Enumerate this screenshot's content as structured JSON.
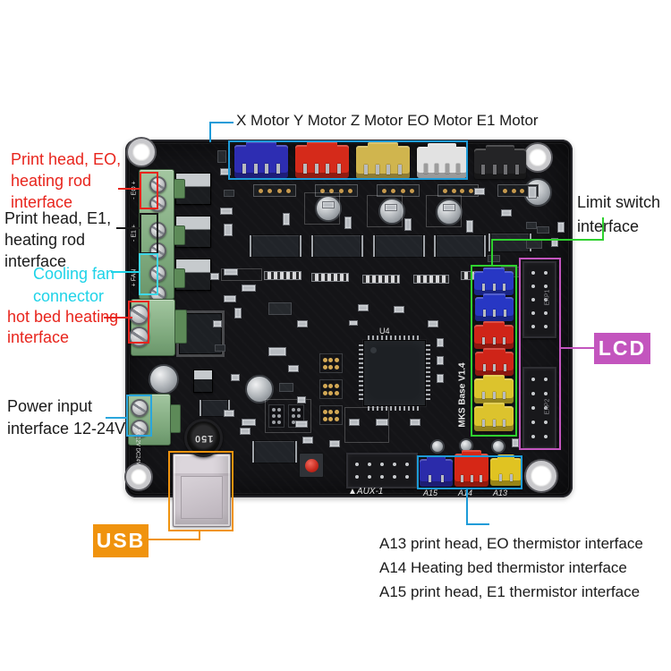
{
  "colors": {
    "annotation_blue": "#1d9bd8",
    "annotation_red": "#e8251d",
    "annotation_cyan": "#1fd3e8",
    "annotation_green": "#2fd12f",
    "annotation_magenta": "#c355be",
    "annotation_orange": "#f0930e",
    "annotation_black": "#1a1a1a"
  },
  "annotations": {
    "motor_row": "X Motor Y Motor Z Motor EO Motor E1 Motor",
    "e0_heater": {
      "l1": "Print head, EO,",
      "l2": "heating rod",
      "l3": "interface"
    },
    "e1_heater": {
      "l1": "Print head, E1,",
      "l2": "heating rod",
      "l3": "interface"
    },
    "fan": {
      "l1": "Cooling fan",
      "l2": "connector"
    },
    "hotbed": {
      "l1": "hot bed heating",
      "l2": "interface"
    },
    "power": {
      "l1": "Power input",
      "l2": "interface 12-24V"
    },
    "limit": {
      "l1": "Limit switch",
      "l2": "interface"
    },
    "lcd_badge": "LCD",
    "usb_badge": "USB",
    "thermistors": {
      "l1": "A13 print head, EO thermistor interface",
      "l2": "A14 Heating bed thermistor interface",
      "l3": "A15 print head, E1 thermistor interface"
    }
  },
  "silkscreen": {
    "mcu_ref": "U4",
    "board_name": "MKS Base V1.4",
    "inductor": "150",
    "aux_mark": "▲",
    "aux": "AUX-1",
    "a15": "A15",
    "a14": "A14",
    "a13": "A13",
    "exp1": "EXP1",
    "exp2": "EXP2",
    "power_in": "DC12V DC24V",
    "t_e0": "- EO +",
    "t_e1": "- E1 +",
    "t_fan": "+ FAN"
  }
}
